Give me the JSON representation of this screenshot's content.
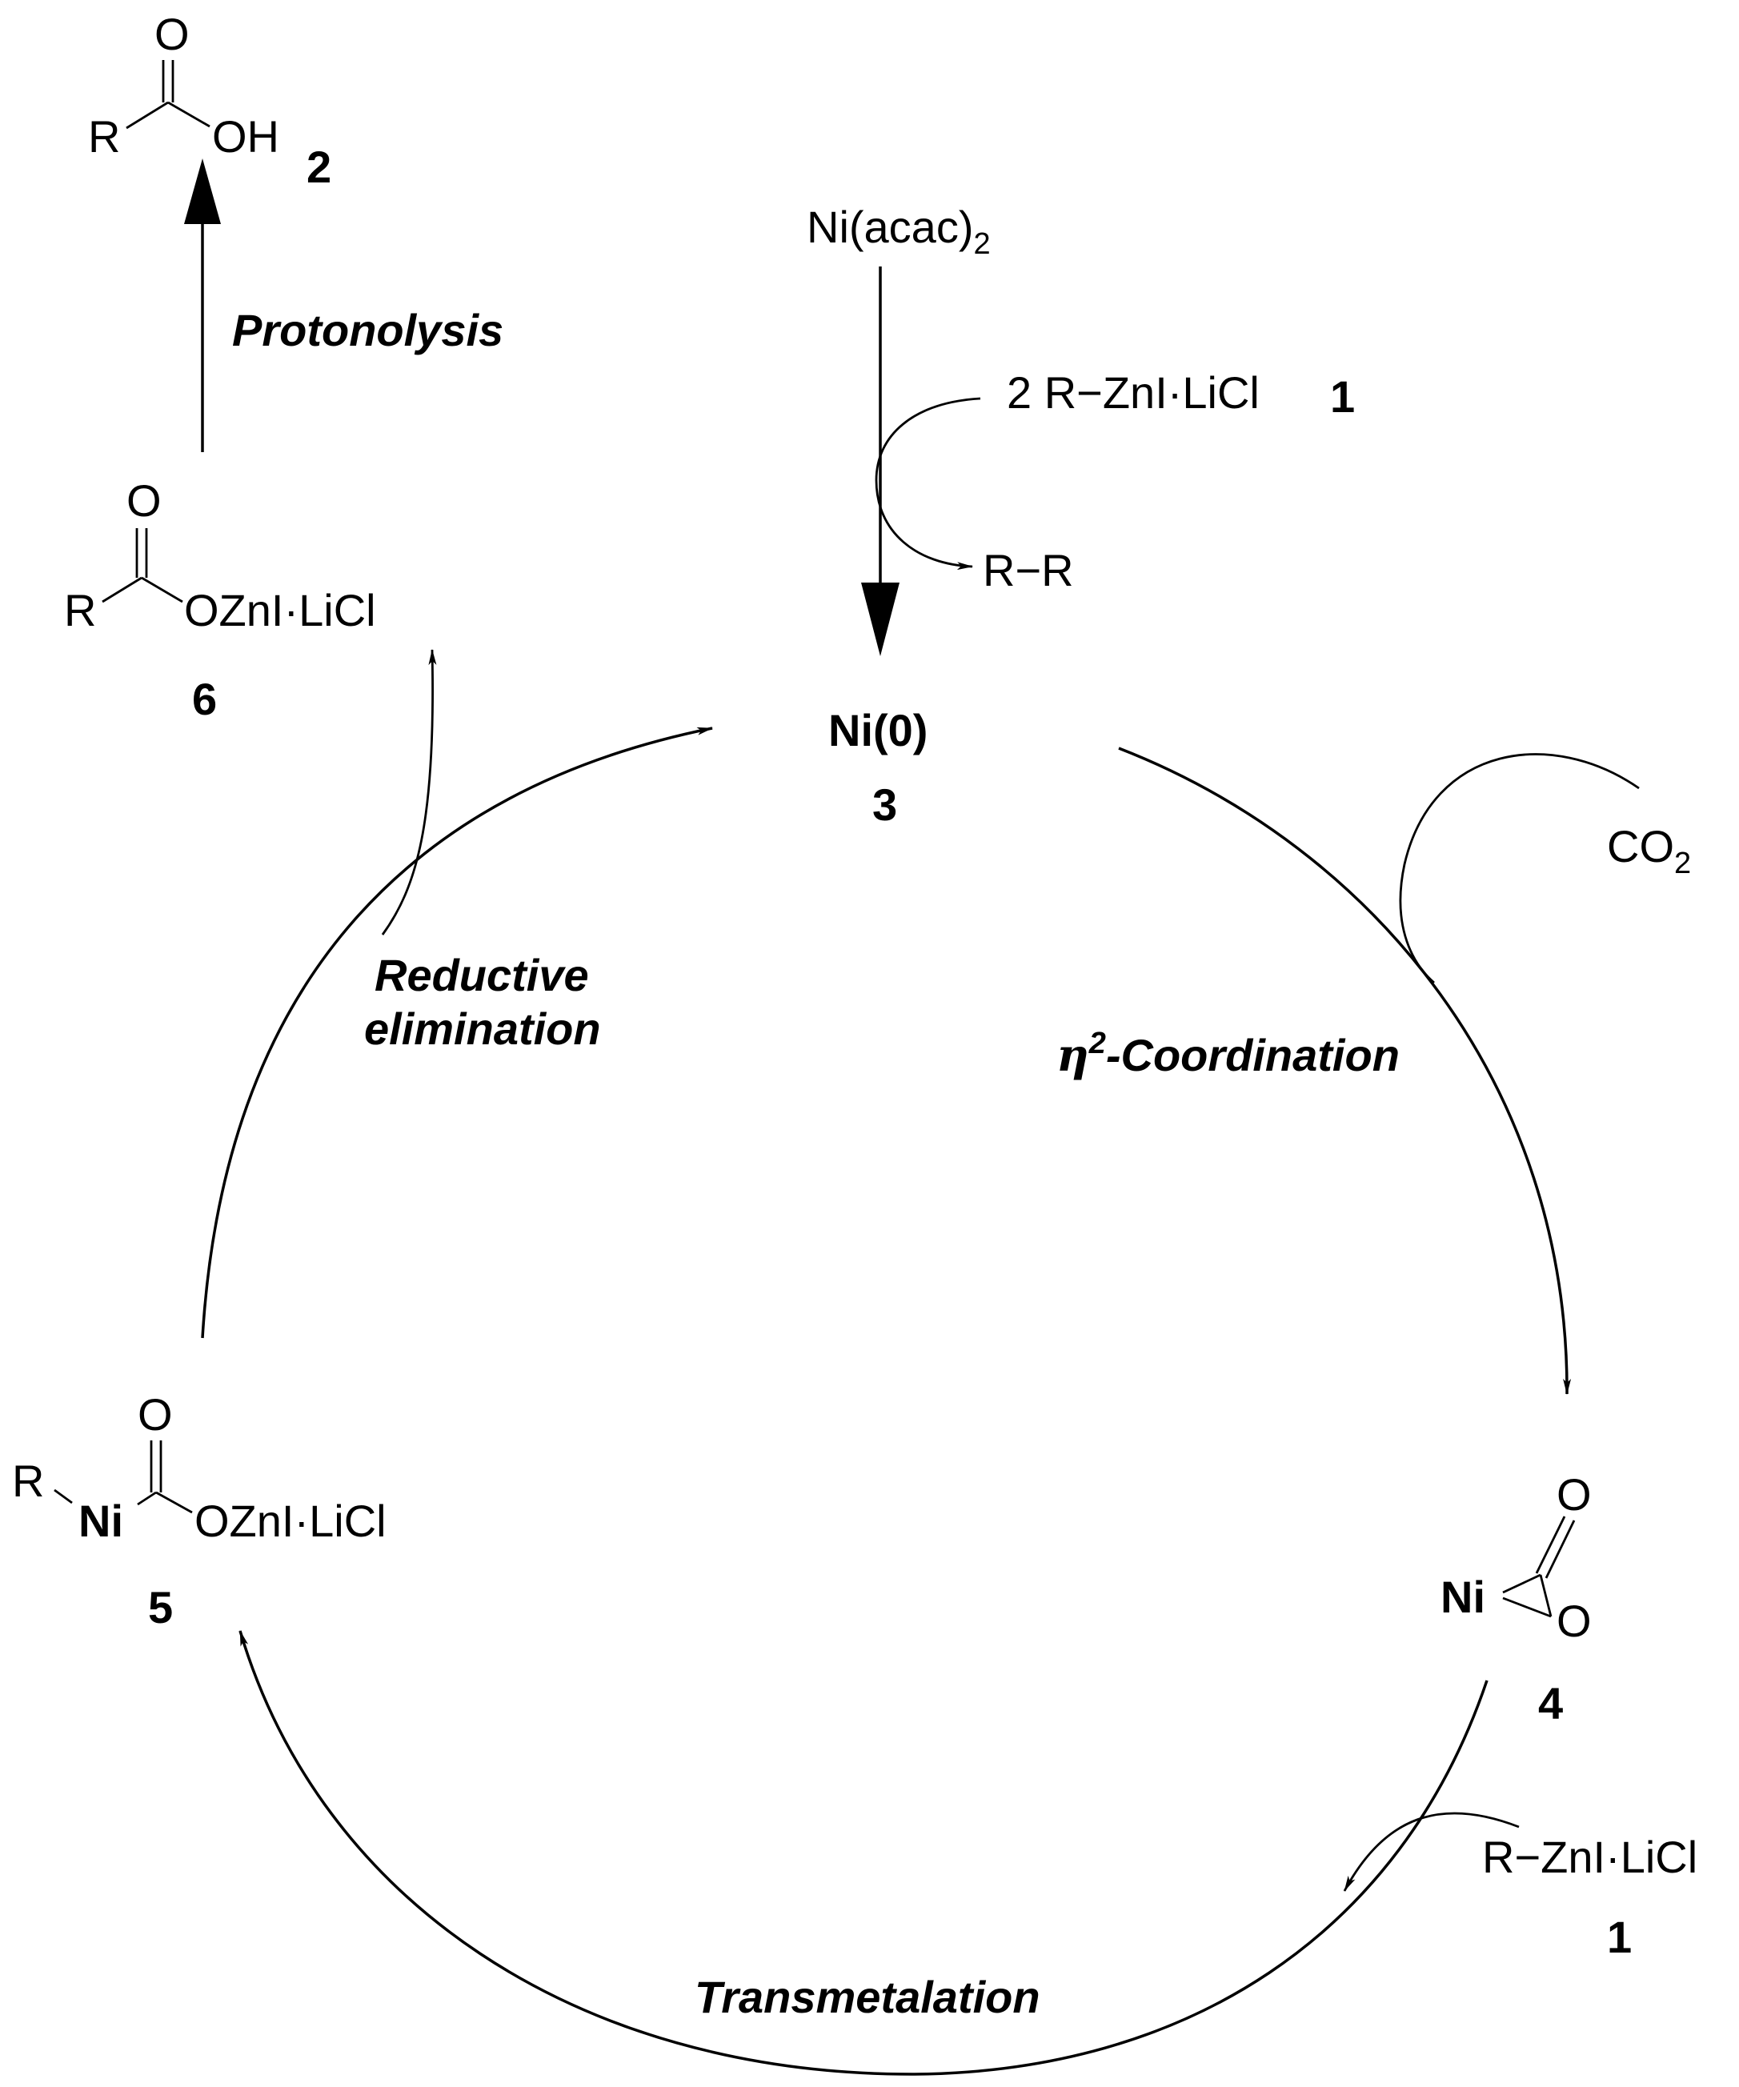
{
  "precatalyst": {
    "text": "Ni(acac)",
    "subscript": "2"
  },
  "reagent_top": {
    "text": "2 R−ZnI·LiCl",
    "number": "1"
  },
  "byproduct": {
    "text": "R−R"
  },
  "catalyst": {
    "label": "Ni(0)",
    "number": "3"
  },
  "co2": {
    "text": "CO",
    "subscript": "2"
  },
  "steps": {
    "eta_symbol": "η",
    "eta_superscript": "2",
    "coordination": "-Coordination",
    "transmetalation": "Transmetalation",
    "reductive_line1": "Reductive",
    "reductive_line2": "elimination",
    "protonolysis": "Protonolysis"
  },
  "intermediate4": {
    "ni": "Ni",
    "o_top": "O",
    "o_bottom": "O",
    "number": "4"
  },
  "reagent_bottom": {
    "text": "R−ZnI·LiCl",
    "number": "1"
  },
  "intermediate5": {
    "r": "R",
    "ni": "Ni",
    "o": "O",
    "tail": "OZnI·LiCl",
    "number": "5"
  },
  "intermediate6": {
    "r": "R",
    "o": "O",
    "tail": "OZnI·LiCl",
    "number": "6"
  },
  "product2": {
    "r": "R",
    "o": "O",
    "oh": "OH",
    "number": "2"
  }
}
